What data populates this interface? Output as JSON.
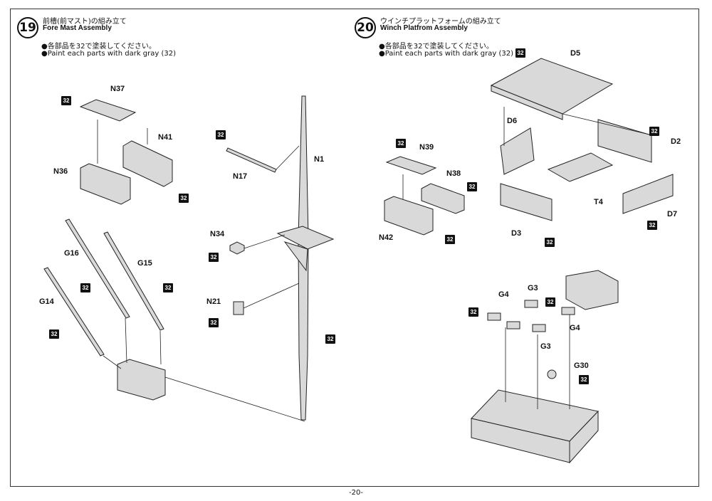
{
  "step19": {
    "number": "19",
    "title_jp": "前檣(前マスト)の組み立て",
    "title_en": "Fore Mast Assembly",
    "note_jp": "●各部品を32で塗装してください。",
    "note_en": "●Paint each parts with dark gray (32)"
  },
  "step20": {
    "number": "20",
    "title_jp": "ウインチプラットフォームの組み立て",
    "title_en": "Winch Platfrom Assembly",
    "note_jp": "●各部品を32で塗装してください。",
    "note_en": "●Paint each parts with dark gray (32)"
  },
  "paint_code": "32",
  "labels": {
    "n37": "N37",
    "n41": "N41",
    "n36": "N36",
    "g16": "G16",
    "g15": "G15",
    "g14": "G14",
    "n17": "N17",
    "n1": "N1",
    "n34": "N34",
    "n21": "N21",
    "d5": "D5",
    "d6": "D6",
    "d2": "D2",
    "n39": "N39",
    "n38": "N38",
    "n42": "N42",
    "t4": "T4",
    "d3": "D3",
    "d7": "D7",
    "g4a": "G4",
    "g3a": "G3",
    "g4b": "G4",
    "g3b": "G3",
    "g30": "G30"
  },
  "page_number": "-20-"
}
